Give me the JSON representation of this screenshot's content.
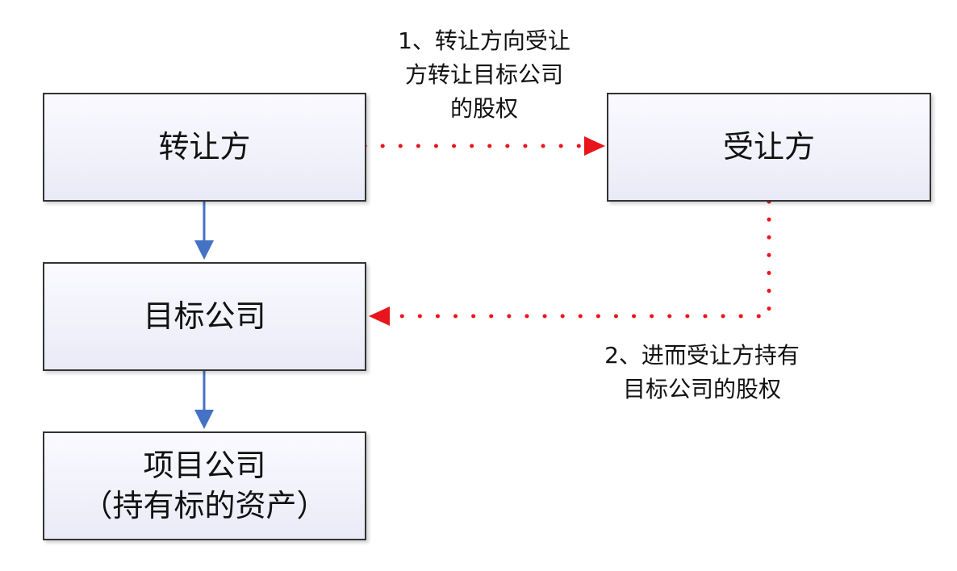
{
  "boxes": {
    "transferor": {
      "label": "转让方"
    },
    "transferee": {
      "label": "受让方"
    },
    "target_company": {
      "label": "目标公司"
    },
    "project_company": {
      "line1": "项目公司",
      "line2": "（持有标的资产）"
    }
  },
  "annotations": {
    "step1": {
      "lines": [
        "1、转让方向受让",
        "方转让目标公司",
        "的股权"
      ]
    },
    "step2": {
      "lines": [
        "2、进而受让方持有",
        "目标公司的股权"
      ]
    }
  },
  "colors": {
    "solid_arrow": "#4472c4",
    "dotted_arrow": "#e8161c",
    "box_border": "#333333"
  }
}
